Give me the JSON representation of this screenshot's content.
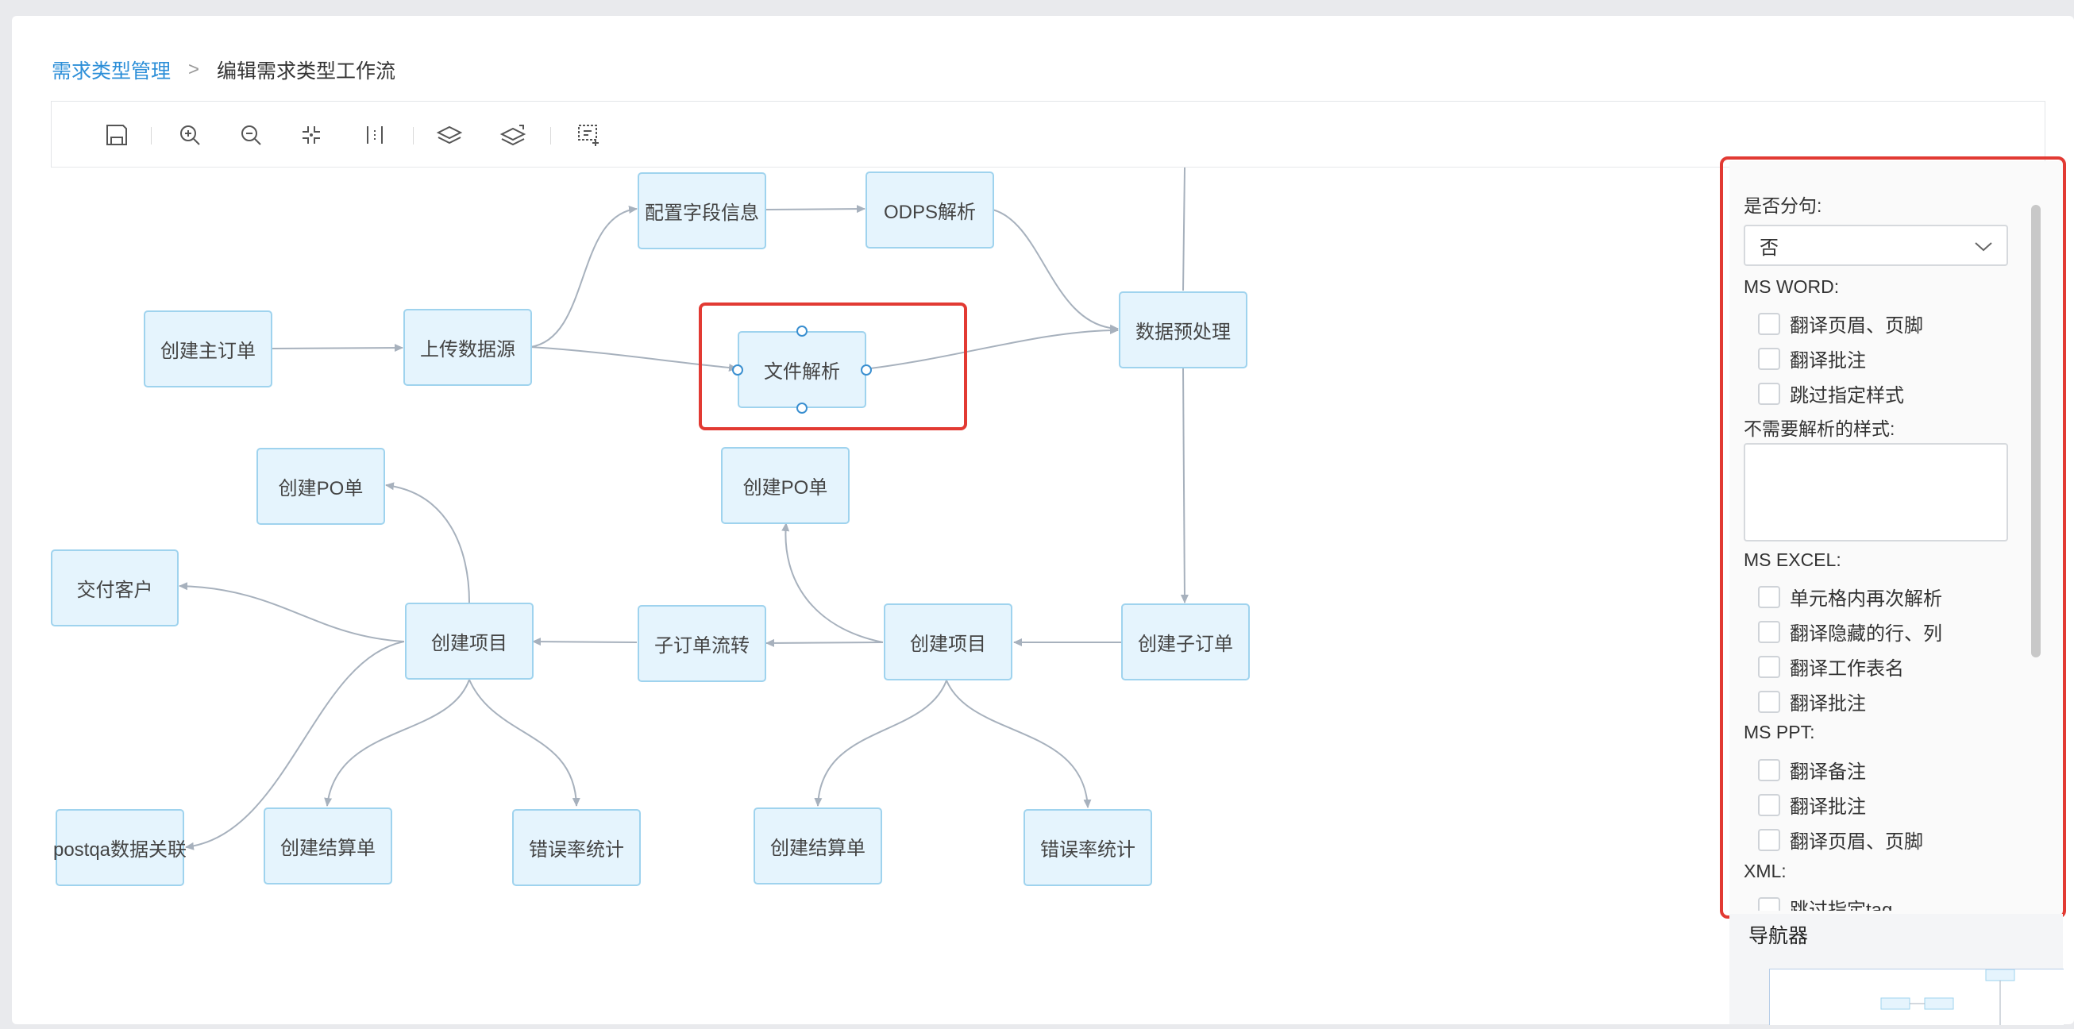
{
  "breadcrumb": {
    "parent": "需求类型管理",
    "separator": ">",
    "current": "编辑需求类型工作流"
  },
  "toolbar": {
    "buttons": [
      "save-icon",
      "zoom-in-icon",
      "zoom-out-icon",
      "fit-view-icon",
      "actual-size-icon",
      "layer-down-icon",
      "layer-up-icon",
      "multi-select-icon"
    ]
  },
  "graph": {
    "nodes": {
      "create_main_order": "创建主订单",
      "upload_source": "上传数据源",
      "config_fields": "配置字段信息",
      "odps_parse": "ODPS解析",
      "file_parse": "文件解析",
      "data_preprocess": "数据预处理",
      "create_po_left": "创建PO单",
      "create_po_mid": "创建PO单",
      "deliver_customer": "交付客户",
      "create_project_left": "创建项目",
      "sub_order_flow": "子订单流转",
      "create_project_right": "创建项目",
      "create_sub_order": "创建子订单",
      "postqa_link": "postqa数据关联",
      "settlement_left": "创建结算单",
      "error_rate_left": "错误率统计",
      "settlement_right": "创建结算单",
      "error_rate_right": "错误率统计"
    },
    "selected_node": "文件解析",
    "colors": {
      "node_fill": "#e5f4fd",
      "node_border": "#9fd3ee",
      "edge": "#a7b1bd",
      "highlight": "#e23a33"
    }
  },
  "panel": {
    "split_label": "是否分句:",
    "split_value": "否",
    "msword_label": "MS WORD:",
    "msword_options": [
      "翻译页眉、页脚",
      "翻译批注",
      "跳过指定样式"
    ],
    "exclude_styles_label": "不需要解析的样式:",
    "msexcel_label": "MS EXCEL:",
    "msexcel_options": [
      "单元格内再次解析",
      "翻译隐藏的行、列",
      "翻译工作表名",
      "翻译批注"
    ],
    "msppt_label": "MS PPT:",
    "msppt_options": [
      "翻译备注",
      "翻译批注",
      "翻译页眉、页脚"
    ],
    "xml_label": "XML:",
    "xml_options": [
      "跳过指定tag"
    ]
  },
  "navigator": {
    "title": "导航器"
  }
}
